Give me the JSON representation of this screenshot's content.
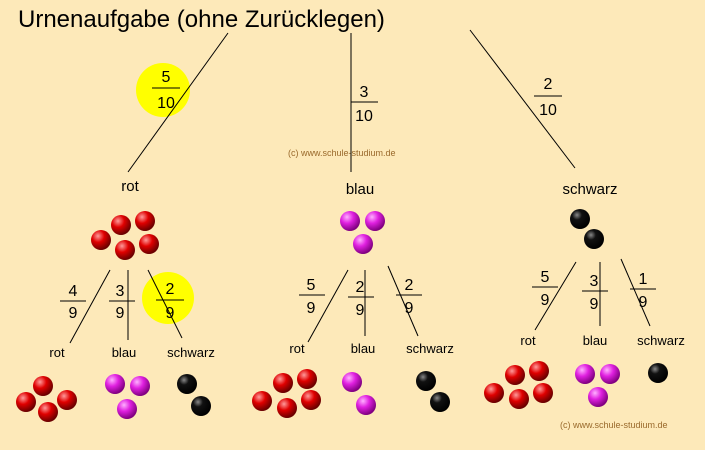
{
  "title": "Urnenaufgabe (ohne Zurücklegen)",
  "copyright": "(c) www.schule-studium.de",
  "colors": {
    "background": "#fde9b9",
    "highlight": "#ffff00",
    "rot": "#e00000",
    "blau": "#e020e0",
    "schwarz": "#000000"
  },
  "level1": [
    {
      "label": "rot",
      "num": "5",
      "den": "10",
      "highlight": true
    },
    {
      "label": "blau",
      "num": "3",
      "den": "10",
      "highlight": false
    },
    {
      "label": "schwarz",
      "num": "2",
      "den": "10",
      "highlight": false
    }
  ],
  "level2": [
    [
      {
        "label": "rot",
        "num": "4",
        "den": "9",
        "highlight": false
      },
      {
        "label": "blau",
        "num": "3",
        "den": "9",
        "highlight": false
      },
      {
        "label": "schwarz",
        "num": "2",
        "den": "9",
        "highlight": true
      }
    ],
    [
      {
        "label": "rot",
        "num": "5",
        "den": "9",
        "highlight": false
      },
      {
        "label": "blau",
        "num": "2",
        "den": "9",
        "highlight": false
      },
      {
        "label": "schwarz",
        "num": "2",
        "den": "9",
        "highlight": false
      }
    ],
    [
      {
        "label": "rot",
        "num": "5",
        "den": "9",
        "highlight": false
      },
      {
        "label": "blau",
        "num": "3",
        "den": "9",
        "highlight": false
      },
      {
        "label": "schwarz",
        "num": "1",
        "den": "9",
        "highlight": false
      }
    ]
  ]
}
